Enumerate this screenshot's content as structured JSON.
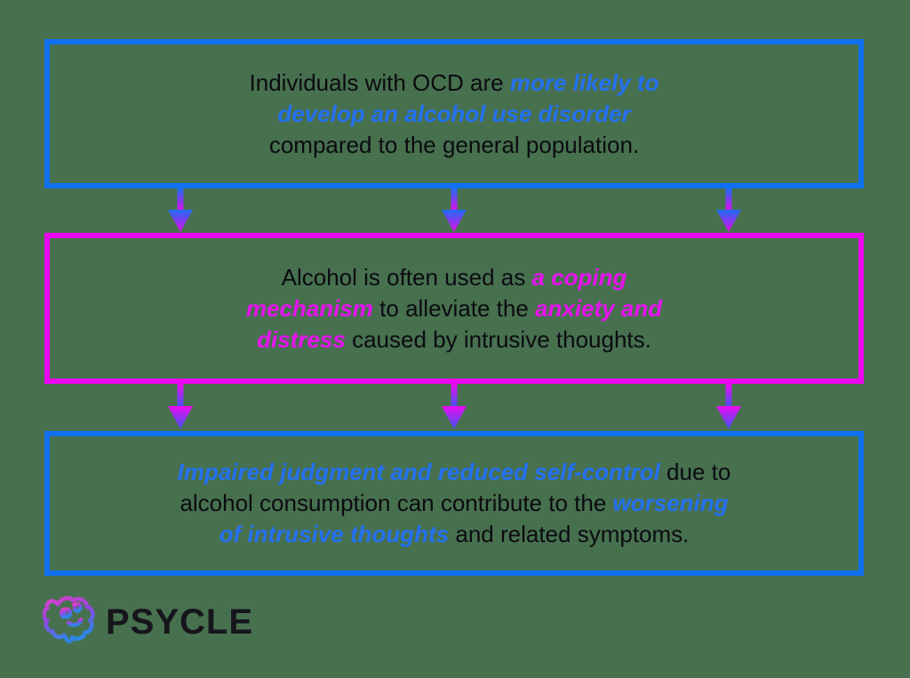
{
  "page": {
    "background_color": "#47704F"
  },
  "colors": {
    "blue_border": "#1170F0",
    "magenta_border": "#EC05F2",
    "text_dark": "#0B0B10",
    "arrow_mid_purple": "#8A35F0"
  },
  "boxes": [
    {
      "name": "ocd-likelihood-box",
      "border_color": "#1170F0",
      "highlight_color": "#2471F2",
      "lines": [
        {
          "segments": [
            {
              "text": "Individuals with OCD are ",
              "highlight": false
            },
            {
              "text": "more likely to",
              "highlight": true
            }
          ]
        },
        {
          "segments": [
            {
              "text": "develop an alcohol use disorder",
              "highlight": true
            }
          ]
        },
        {
          "segments": [
            {
              "text": "compared to the general population.",
              "highlight": false
            }
          ]
        }
      ]
    },
    {
      "name": "coping-mechanism-box",
      "border_color": "#EC05F2",
      "highlight_color": "#E713EF",
      "lines": [
        {
          "segments": [
            {
              "text": "Alcohol is often used as ",
              "highlight": false
            },
            {
              "text": "a coping",
              "highlight": true
            }
          ]
        },
        {
          "segments": [
            {
              "text": "mechanism",
              "highlight": true
            },
            {
              "text": " to alleviate the ",
              "highlight": false
            },
            {
              "text": "anxiety and",
              "highlight": true
            }
          ]
        },
        {
          "segments": [
            {
              "text": "distress",
              "highlight": true
            },
            {
              "text": " caused by intrusive thoughts.",
              "highlight": false
            }
          ]
        }
      ]
    },
    {
      "name": "impaired-judgment-box",
      "border_color": "#1170F0",
      "highlight_color": "#2471F2",
      "lines": [
        {
          "segments": [
            {
              "text": "Impaired judgment and reduced self-control",
              "highlight": true
            },
            {
              "text": " due to",
              "highlight": false
            }
          ]
        },
        {
          "segments": [
            {
              "text": "alcohol consumption can contribute to the ",
              "highlight": false
            },
            {
              "text": "worsening",
              "highlight": true
            }
          ]
        },
        {
          "segments": [
            {
              "text": "of intrusive thoughts",
              "highlight": true
            },
            {
              "text": " and related symptoms.",
              "highlight": false
            }
          ]
        }
      ]
    }
  ],
  "arrows": {
    "per_row": 3,
    "x_positions": [
      203,
      511,
      820
    ],
    "rows": [
      {
        "name": "arrows-box1-to-box2",
        "gradient_top": "#1D6FF2",
        "gradient_bottom": "#E90FE9"
      },
      {
        "name": "arrows-box2-to-box3",
        "gradient_top": "#ED0BF2",
        "gradient_bottom": "#3F55ED"
      }
    ]
  },
  "logo": {
    "text": "PSYCLE",
    "icon": "brain-icon",
    "text_color": "#16151B",
    "icon_gradient_top": "#E03EC6",
    "icon_gradient_mid": "#8E49DE",
    "icon_gradient_bottom": "#2E86E5"
  }
}
